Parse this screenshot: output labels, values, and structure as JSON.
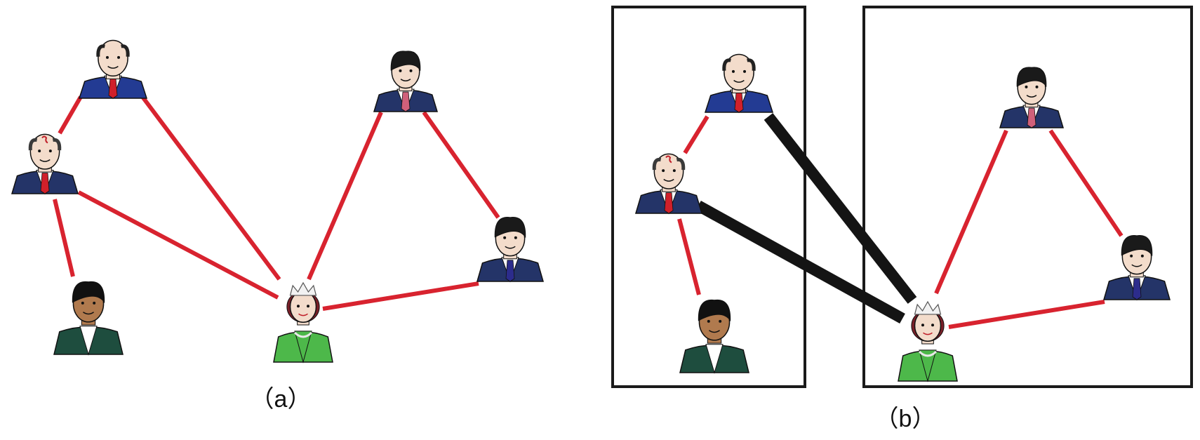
{
  "panels": [
    {
      "id": "a",
      "caption": "（a）",
      "nodes": [
        {
          "id": "n1",
          "figure": "bald-man-portrait",
          "suit": "#233b93",
          "skin": "#f3dccb",
          "hair": "#222222",
          "bald": true,
          "tie": "#d0202a"
        },
        {
          "id": "n2",
          "figure": "balding-man-portrait",
          "suit": "#243468",
          "skin": "#f3dccb",
          "hair": "#3a3a3a",
          "bald": true,
          "tie": "#d0202a",
          "mark": true
        },
        {
          "id": "n3",
          "figure": "dark-skinned-man-portrait",
          "suit": "#1e4d3e",
          "skin": "#b07a4e",
          "hair": "#111111",
          "bald": false,
          "tie": ""
        },
        {
          "id": "n4",
          "figure": "young-man-portrait",
          "suit": "#243468",
          "skin": "#f3dccb",
          "hair": "#1a1a1a",
          "bald": false,
          "tie": "#d0607a"
        },
        {
          "id": "n5",
          "figure": "smiling-man-portrait",
          "suit": "#243468",
          "skin": "#f3dccb",
          "hair": "#1a1a1a",
          "bald": false,
          "tie": "#2c2c8c"
        },
        {
          "id": "n6",
          "figure": "crowned-woman-portrait",
          "suit": "#4db84a",
          "skin": "#f3dccb",
          "hair": "#7a1f28",
          "bald": false,
          "tie": "",
          "crown": true
        }
      ],
      "edges": [
        {
          "from": "n1",
          "to": "n2",
          "kind": "weak"
        },
        {
          "from": "n1",
          "to": "n6",
          "kind": "weak"
        },
        {
          "from": "n2",
          "to": "n3",
          "kind": "weak"
        },
        {
          "from": "n2",
          "to": "n6",
          "kind": "weak"
        },
        {
          "from": "n4",
          "to": "n6",
          "kind": "weak"
        },
        {
          "from": "n4",
          "to": "n5",
          "kind": "weak"
        },
        {
          "from": "n5",
          "to": "n6",
          "kind": "weak"
        }
      ]
    },
    {
      "id": "b",
      "caption": "（b）",
      "nodes": [
        {
          "id": "m1",
          "figure": "bald-man-portrait",
          "suit": "#233b93",
          "skin": "#f3dccb",
          "hair": "#222222",
          "bald": true,
          "tie": "#d0202a"
        },
        {
          "id": "m2",
          "figure": "balding-man-portrait",
          "suit": "#243468",
          "skin": "#f3dccb",
          "hair": "#3a3a3a",
          "bald": true,
          "tie": "#d0202a",
          "mark": true
        },
        {
          "id": "m3",
          "figure": "dark-skinned-man-portrait",
          "suit": "#1e4d3e",
          "skin": "#b07a4e",
          "hair": "#111111",
          "bald": false,
          "tie": ""
        },
        {
          "id": "m4",
          "figure": "young-man-portrait",
          "suit": "#243468",
          "skin": "#f3dccb",
          "hair": "#1a1a1a",
          "bald": false,
          "tie": "#d0607a"
        },
        {
          "id": "m5",
          "figure": "smiling-man-portrait",
          "suit": "#243468",
          "skin": "#f3dccb",
          "hair": "#1a1a1a",
          "bald": false,
          "tie": "#2c2c8c"
        },
        {
          "id": "m6",
          "figure": "crowned-woman-portrait",
          "suit": "#4db84a",
          "skin": "#f3dccb",
          "hair": "#7a1f28",
          "bald": false,
          "tie": "",
          "crown": true
        }
      ],
      "edges": [
        {
          "from": "m1",
          "to": "m2",
          "kind": "weak"
        },
        {
          "from": "m2",
          "to": "m3",
          "kind": "weak"
        },
        {
          "from": "m1",
          "to": "m6",
          "kind": "bridge"
        },
        {
          "from": "m2",
          "to": "m6",
          "kind": "bridge"
        },
        {
          "from": "m4",
          "to": "m6",
          "kind": "weak"
        },
        {
          "from": "m4",
          "to": "m5",
          "kind": "weak"
        },
        {
          "from": "m5",
          "to": "m6",
          "kind": "weak"
        }
      ],
      "groups": [
        {
          "id": "group-left",
          "members": [
            "m1",
            "m2",
            "m3"
          ]
        },
        {
          "id": "group-right",
          "members": [
            "m4",
            "m5",
            "m6"
          ]
        }
      ]
    }
  ],
  "colors": {
    "weak_edge": "#d8232f",
    "bridge_edge": "#141414",
    "group_border": "#1a1a1a",
    "background": "#ffffff"
  }
}
